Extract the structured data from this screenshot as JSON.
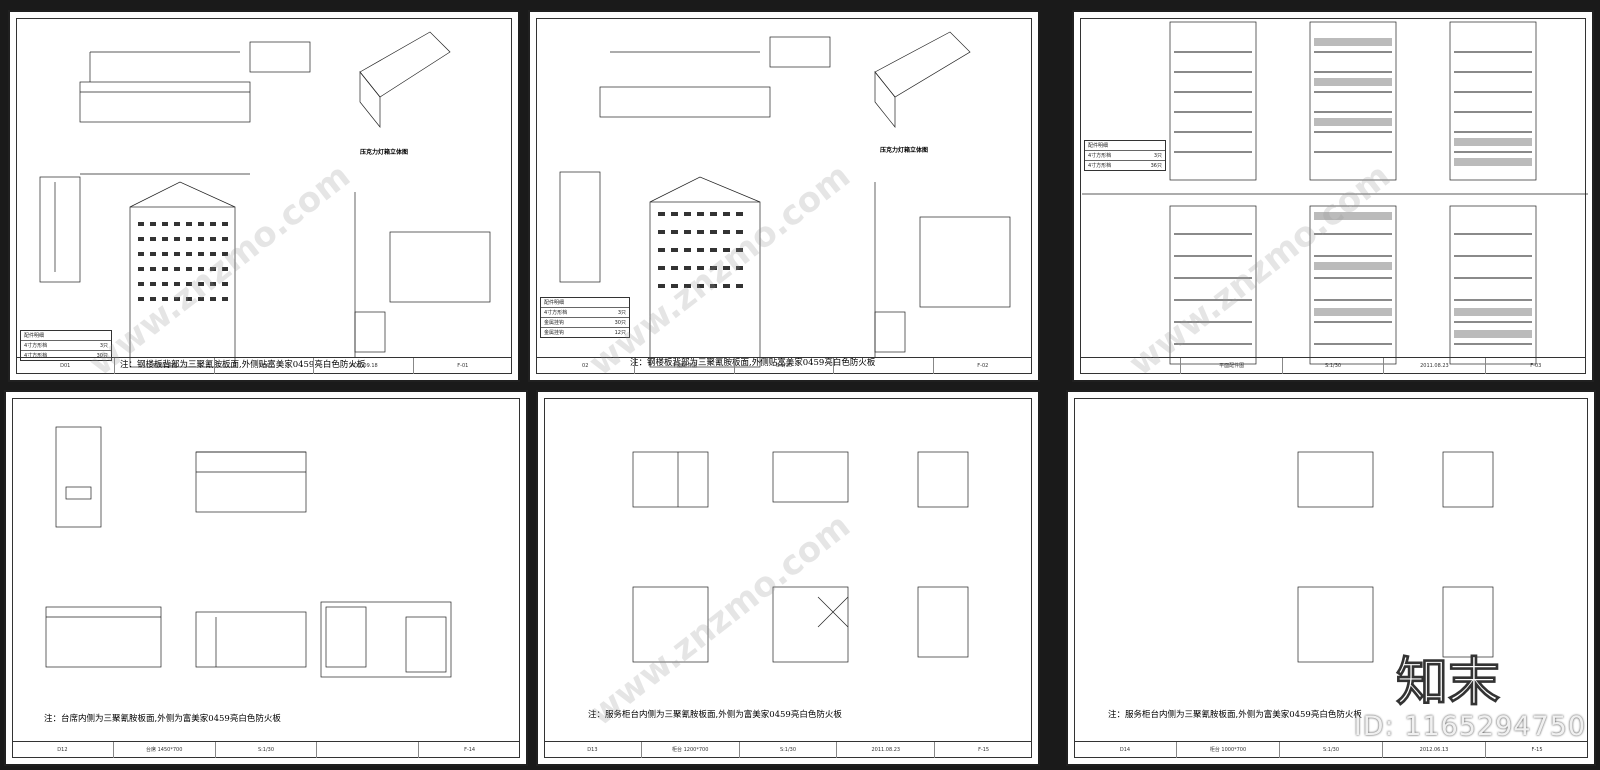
{
  "sheets": [
    {
      "note": "注：钢楼板背部为三聚氰胺板面,外侧贴富美家0459亮白色防火板",
      "caption": "压克力灯箱立体图",
      "titleblock": [
        "D01",
        "平面配件图",
        "1/30",
        "2012.09.18",
        "F-01"
      ],
      "table": {
        "title": "配件明细",
        "rows": [
          [
            "4寸方形档",
            "3只"
          ],
          [
            "4寸方形档",
            "30只"
          ]
        ]
      }
    },
    {
      "note": "注：钢楼板背部为三聚氰胺板面,外侧贴富美家0459亮白色防火板",
      "caption": "压克力灯箱立体图",
      "titleblock": [
        "02",
        "平面配件图",
        "S:1/30",
        "",
        "F-02"
      ],
      "table": {
        "title": "配件明细",
        "rows": [
          [
            "4寸方形档",
            "3只"
          ],
          [
            "金属挂钩",
            "30只"
          ],
          [
            "金属挂钩",
            "12只"
          ]
        ]
      }
    },
    {
      "note": "",
      "caption": "",
      "titleblock": [
        "",
        "平面配件图",
        "S:1/30",
        "2011.08.23",
        "F-03"
      ],
      "table": {
        "title": "配件明细",
        "rows": [
          [
            "4寸方形档",
            "3只"
          ],
          [
            "4寸方形档",
            "36只"
          ]
        ]
      }
    },
    {
      "note": "注：台席内侧为三聚氰胺板面,外侧为富美家0459亮白色防火板",
      "caption": "",
      "titleblock": [
        "D12",
        "台席 1450*700",
        "S:1/30",
        "",
        "F-14"
      ],
      "table": null
    },
    {
      "note": "注：服务柜台内侧为三聚氰胺板面,外侧为富美家0459亮白色防火板",
      "caption": "",
      "titleblock": [
        "D13",
        "柜台 1200*700",
        "S:1/30",
        "2011.08.23",
        "F-15"
      ],
      "table": null
    },
    {
      "note": "注：服务柜台内侧为三聚氰胺板面,外侧为富美家0459亮白色防火板",
      "caption": "",
      "titleblock": [
        "D14",
        "柜台 1000*700",
        "S:1/30",
        "2012.06.13",
        "F-15"
      ],
      "table": null
    }
  ],
  "watermark_text": "www.znzmo.com",
  "logo_text": "知末",
  "id_label": "ID: 1165294750"
}
